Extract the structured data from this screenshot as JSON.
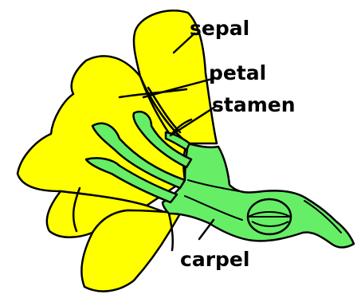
{
  "labels": {
    "sepal": "sepal",
    "petal": "petal",
    "stamen": "stamen",
    "carpel": "carpel"
  },
  "colors": {
    "petal_fill": "#ffff00",
    "tissue_fill": "#66ee66",
    "outline": "#000000",
    "background": "#ffffff"
  }
}
